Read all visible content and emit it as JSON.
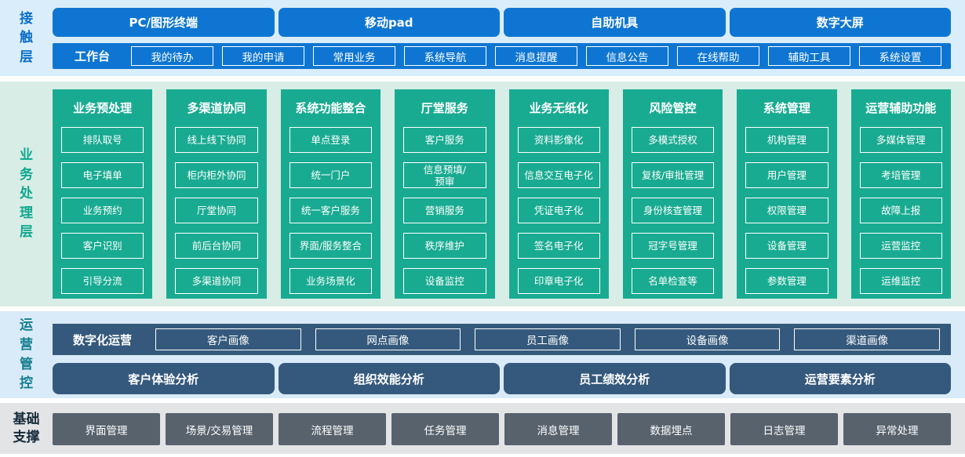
{
  "colors": {
    "blue": "#0e76d2",
    "green": "#19ab92",
    "slate": "#35597c",
    "gray": "#57626d"
  },
  "contact_layer": {
    "label": "接触层",
    "terminals": [
      "PC/图形终端",
      "移动pad",
      "自助机具",
      "数字大屏"
    ],
    "workbench": {
      "label": "工作台",
      "items": [
        "我的待办",
        "我的申请",
        "常用业务",
        "系统导航",
        "消息提醒",
        "信息公告",
        "在线帮助",
        "辅助工具",
        "系统设置"
      ]
    }
  },
  "business_layer": {
    "label": "业务处理层",
    "columns": [
      {
        "title": "业务预处理",
        "items": [
          "排队取号",
          "电子填单",
          "业务预约",
          "客户识别",
          "引导分流"
        ]
      },
      {
        "title": "多渠道协同",
        "items": [
          "线上线下协同",
          "柜内柜外协同",
          "厅堂协同",
          "前后台协同",
          "多渠道协同"
        ]
      },
      {
        "title": "系统功能整合",
        "items": [
          "单点登录",
          "统一门户",
          "统一客户服务",
          "界面/服务整合",
          "业务场景化"
        ]
      },
      {
        "title": "厅堂服务",
        "items": [
          "客户服务",
          "信息预填/\n预审",
          "营销服务",
          "秩序维护",
          "设备监控"
        ]
      },
      {
        "title": "业务无纸化",
        "items": [
          "资料影像化",
          "信息交互电子化",
          "凭证电子化",
          "签名电子化",
          "印章电子化"
        ]
      },
      {
        "title": "风险管控",
        "items": [
          "多模式授权",
          "复核/审批管理",
          "身份核查管理",
          "冠字号管理",
          "名单检查等"
        ]
      },
      {
        "title": "系统管理",
        "items": [
          "机构管理",
          "用户管理",
          "权限管理",
          "设备管理",
          "参数管理"
        ]
      },
      {
        "title": "运营辅助功能",
        "items": [
          "多媒体管理",
          "考培管理",
          "故障上报",
          "运营监控",
          "运维监控"
        ]
      }
    ]
  },
  "ops_layer": {
    "label": "运营管控",
    "digital": {
      "label": "数字化运营",
      "items": [
        "客户画像",
        "网点画像",
        "员工画像",
        "设备画像",
        "渠道画像"
      ]
    },
    "analysis": [
      "客户体验分析",
      "组织效能分析",
      "员工绩效分析",
      "运营要素分析"
    ]
  },
  "base_layer": {
    "label": "基础支撑",
    "items": [
      "界面管理",
      "场景/交易管理",
      "流程管理",
      "任务管理",
      "消息管理",
      "数据埋点",
      "日志管理",
      "异常处理"
    ]
  }
}
